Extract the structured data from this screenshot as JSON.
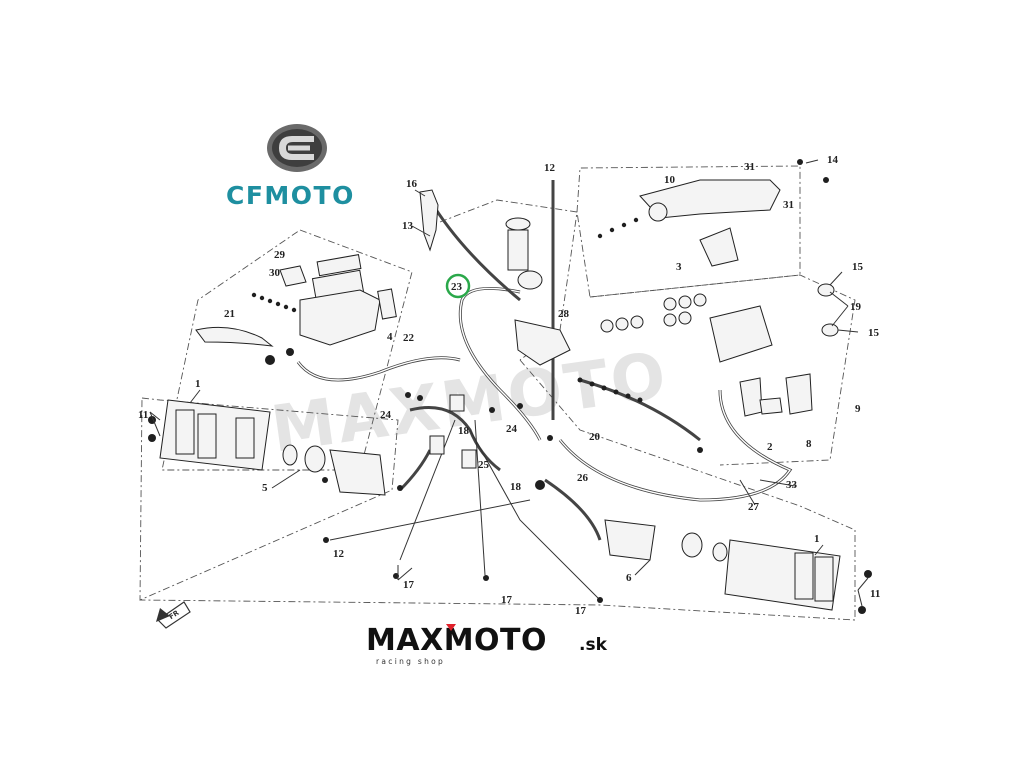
{
  "brand_logo": {
    "text": "CFMOTO",
    "color": "#1e8fa0",
    "emblem_color": "#4a4a4a"
  },
  "shop_logo": {
    "main": "MAXMOTO",
    "tld": ".sk",
    "subtitle": "racing shop",
    "highlight_color": "#e0202a"
  },
  "watermark": "MAXMOTO",
  "highlighted_callout": {
    "label": "23",
    "ring_color": "#2aa84a"
  },
  "direction_marker": "FR",
  "callouts": [
    "1",
    "1",
    "2",
    "3",
    "4",
    "5",
    "6",
    "8",
    "9",
    "10",
    "11",
    "11",
    "12",
    "12",
    "13",
    "14",
    "15",
    "15",
    "16",
    "17",
    "17",
    "17",
    "18",
    "18",
    "19",
    "20",
    "21",
    "22",
    "23",
    "24",
    "24",
    "25",
    "26",
    "27",
    "28",
    "29",
    "30",
    "31",
    "31",
    "33"
  ]
}
